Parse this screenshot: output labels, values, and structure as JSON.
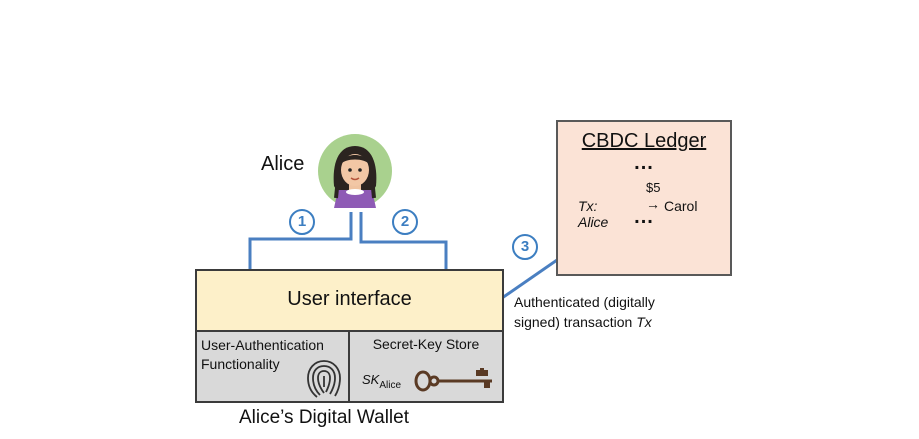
{
  "ledger": {
    "title": "CBDC Ledger",
    "dots_top": "...",
    "tx_prefix": "Tx: Alice",
    "tx_amount": "$5",
    "tx_arrow": "→",
    "tx_recipient": "Carol",
    "dots_bottom": "..."
  },
  "user": {
    "name": "Alice"
  },
  "steps": [
    "1",
    "2",
    "3"
  ],
  "wallet": {
    "ui_label": "User interface",
    "auth_label_line1": "User-Authentication",
    "auth_label_line2": "Functionality",
    "store_label": "Secret-Key Store",
    "sk_main": "SK",
    "sk_sub": "Alice",
    "caption": "Alice’s Digital Wallet"
  },
  "transaction_note": {
    "line1": "Authenticated (digitally",
    "line2_prefix": "signed) transaction",
    "line2_var": "Tx"
  },
  "colors": {
    "arrow": "#4a7fc1",
    "ledger_fill": "#fbe3d6",
    "ui_fill": "#fdf0c9",
    "store_fill": "#d9d9d9",
    "avatar_bg": "#a9d18e",
    "key": "#5a3a24"
  }
}
